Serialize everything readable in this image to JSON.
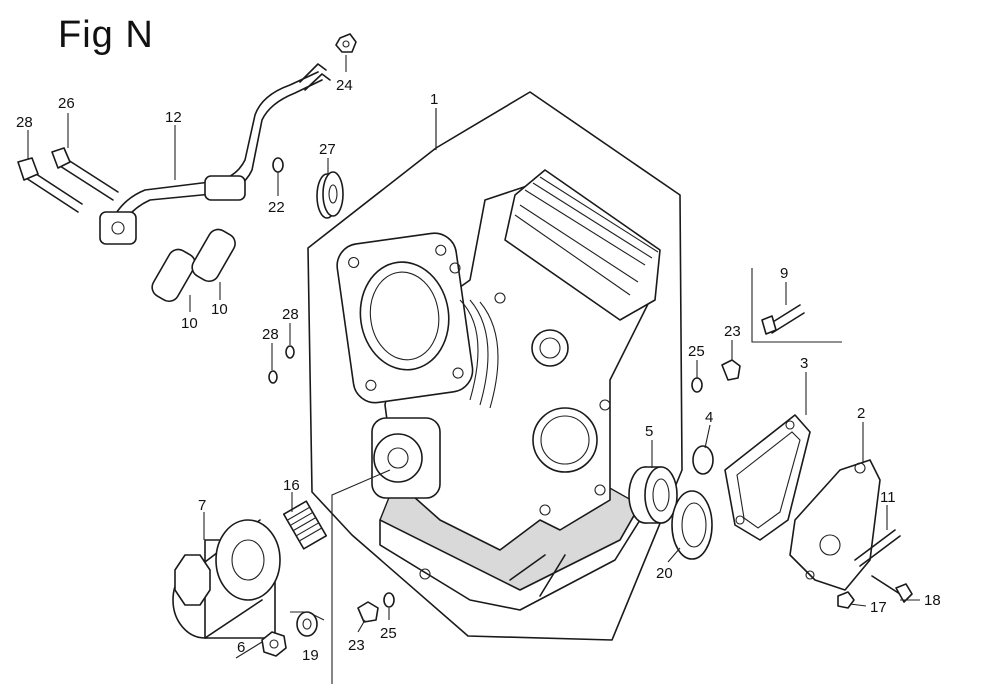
{
  "figure": {
    "title": "Fig N"
  },
  "callouts": [
    {
      "id": "c1",
      "num": "1"
    },
    {
      "id": "c2",
      "num": "2"
    },
    {
      "id": "c3",
      "num": "3"
    },
    {
      "id": "c4",
      "num": "4"
    },
    {
      "id": "c5",
      "num": "5"
    },
    {
      "id": "c6",
      "num": "6"
    },
    {
      "id": "c7",
      "num": "7"
    },
    {
      "id": "c9",
      "num": "9"
    },
    {
      "id": "c10a",
      "num": "10"
    },
    {
      "id": "c10b",
      "num": "10"
    },
    {
      "id": "c11",
      "num": "11"
    },
    {
      "id": "c12",
      "num": "12"
    },
    {
      "id": "c16",
      "num": "16"
    },
    {
      "id": "c17",
      "num": "17"
    },
    {
      "id": "c18",
      "num": "18"
    },
    {
      "id": "c19",
      "num": "19"
    },
    {
      "id": "c20",
      "num": "20"
    },
    {
      "id": "c22",
      "num": "22"
    },
    {
      "id": "c23a",
      "num": "23"
    },
    {
      "id": "c23b",
      "num": "23"
    },
    {
      "id": "c24",
      "num": "24"
    },
    {
      "id": "c25a",
      "num": "25"
    },
    {
      "id": "c25b",
      "num": "25"
    },
    {
      "id": "c26",
      "num": "26"
    },
    {
      "id": "c27",
      "num": "27"
    },
    {
      "id": "c28a",
      "num": "28"
    },
    {
      "id": "c28b",
      "num": "28"
    },
    {
      "id": "c28c",
      "num": "28"
    }
  ]
}
